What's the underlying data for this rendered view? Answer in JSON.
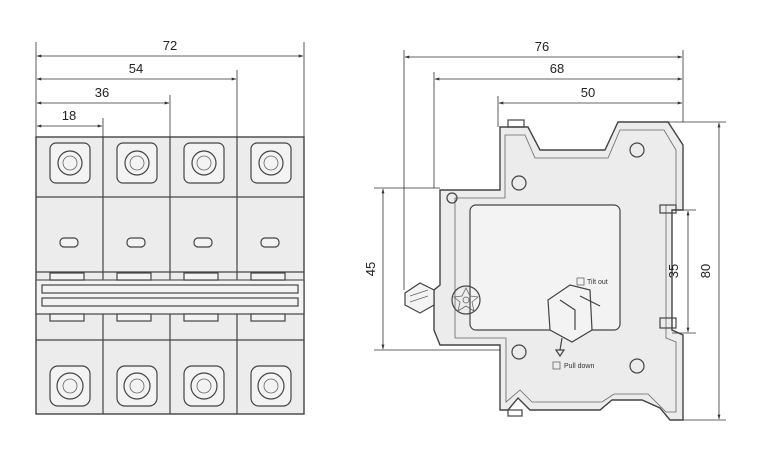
{
  "front_view": {
    "dimensions": {
      "d72": "72",
      "d54": "54",
      "d36": "36",
      "d18": "18"
    }
  },
  "side_view": {
    "dimensions": {
      "d76": "76",
      "d68": "68",
      "d50": "50",
      "d45": "45",
      "d35": "35",
      "d80": "80"
    },
    "labels": {
      "tilt_out": "Tilt out",
      "pull_down": "Pull down"
    }
  }
}
